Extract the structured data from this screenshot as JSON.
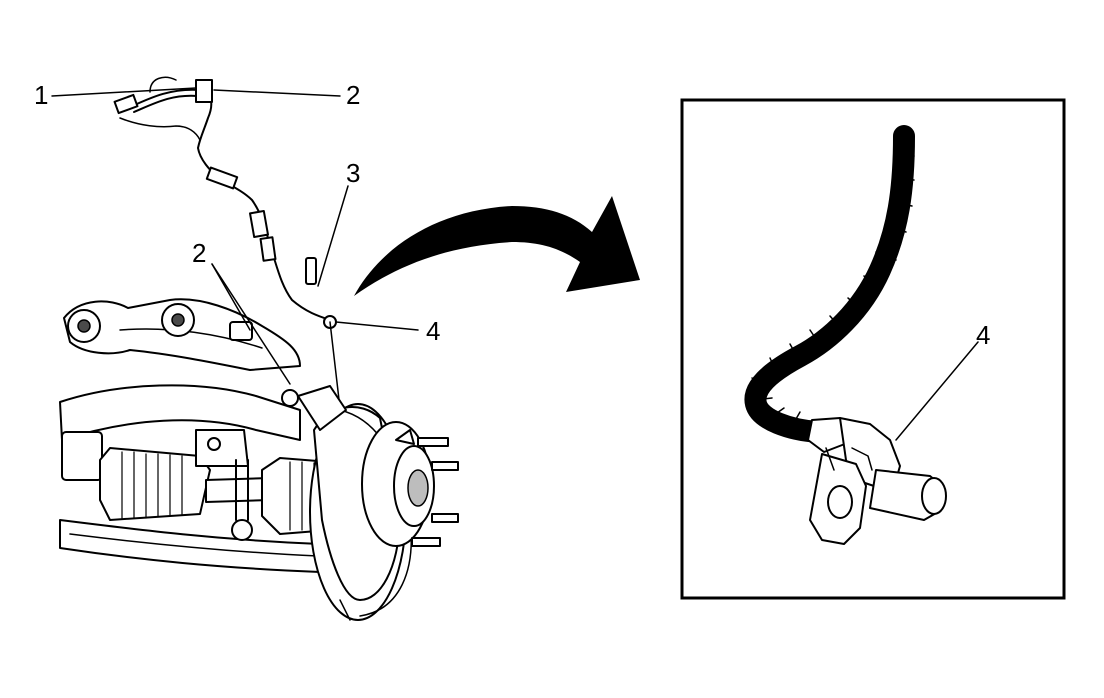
{
  "callouts": {
    "c1": "1",
    "c2_top": "2",
    "c2_lower": "2",
    "c3": "3",
    "c4_main": "4",
    "c4_detail": "4"
  },
  "colors": {
    "ink": "#000000",
    "paper": "#ffffff",
    "shade": "#bdbdbd"
  }
}
